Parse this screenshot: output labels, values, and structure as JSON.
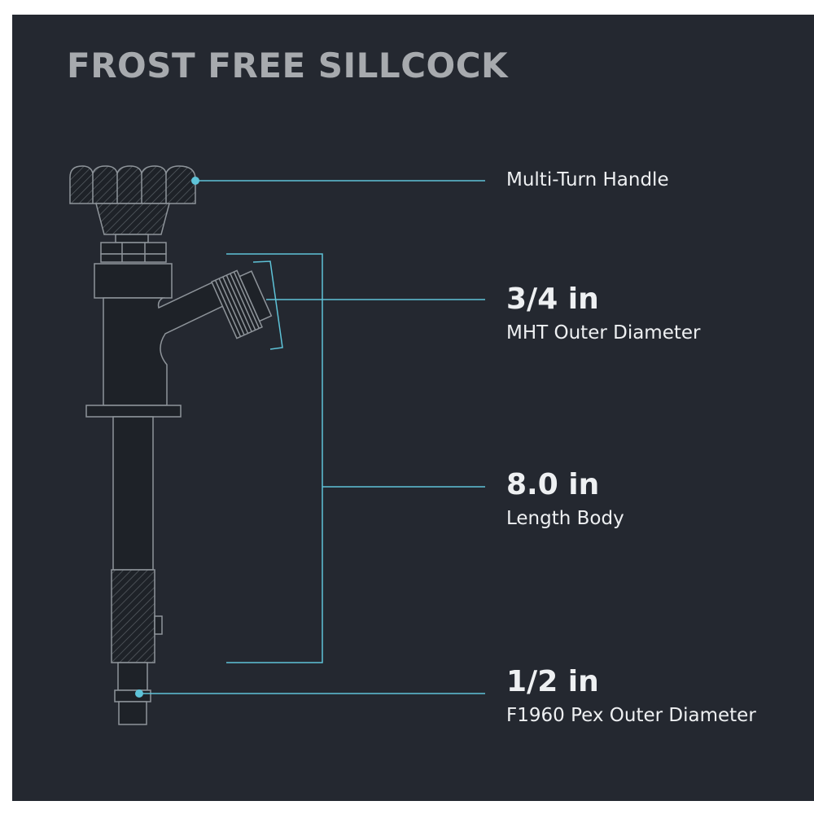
{
  "title": "FROST FREE SILLCOCK",
  "callouts": {
    "handle": {
      "label": "Multi-Turn Handle"
    },
    "mht": {
      "value": "3/4 in",
      "label": "MHT Outer Diameter"
    },
    "length": {
      "value": "8.0 in",
      "label": "Length Body"
    },
    "pex": {
      "value": "1/2 in",
      "label": "F1960 Pex Outer Diameter"
    }
  },
  "colors": {
    "background": "#242830",
    "accent": "#5ec3d8",
    "text": "#eef0f2",
    "title": "#a7aaae",
    "drawing_fill": "#1e2228",
    "drawing_stroke": "#8e949a"
  }
}
